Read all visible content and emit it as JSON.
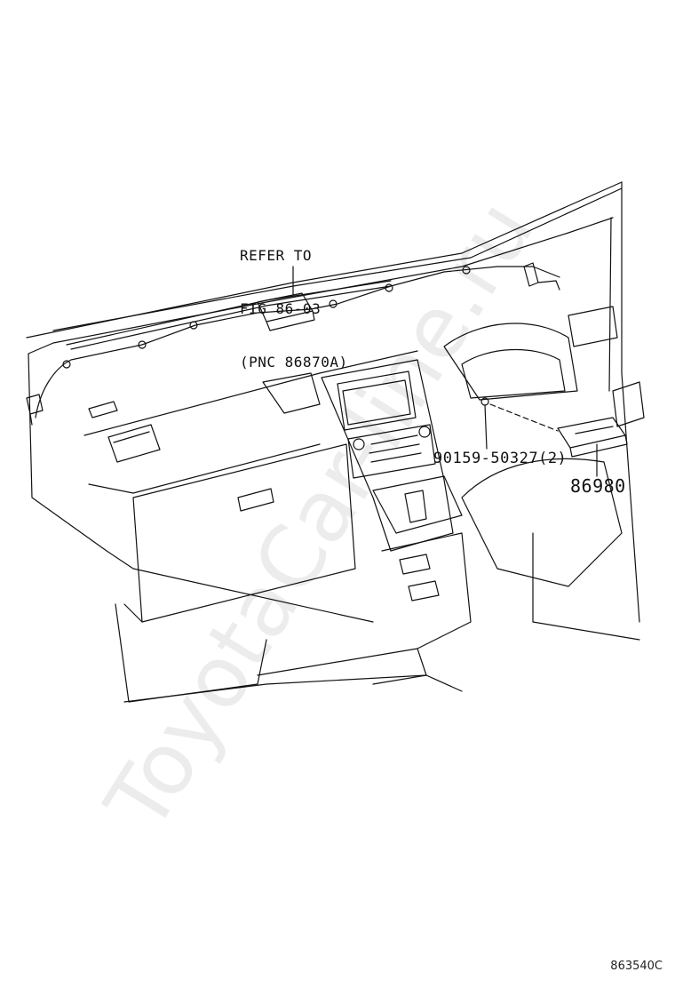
{
  "callouts": {
    "refer_line1": "REFER TO",
    "refer_line2": "FIG 86-03",
    "refer_line3": "(PNC 86870A)",
    "bolt_part": "90159-50327(2)",
    "ecu_part": "86980"
  },
  "figure_code": "863540C",
  "watermark": "ToyotaCar-line.ru",
  "colors": {
    "line": "#111111",
    "background": "#ffffff"
  }
}
